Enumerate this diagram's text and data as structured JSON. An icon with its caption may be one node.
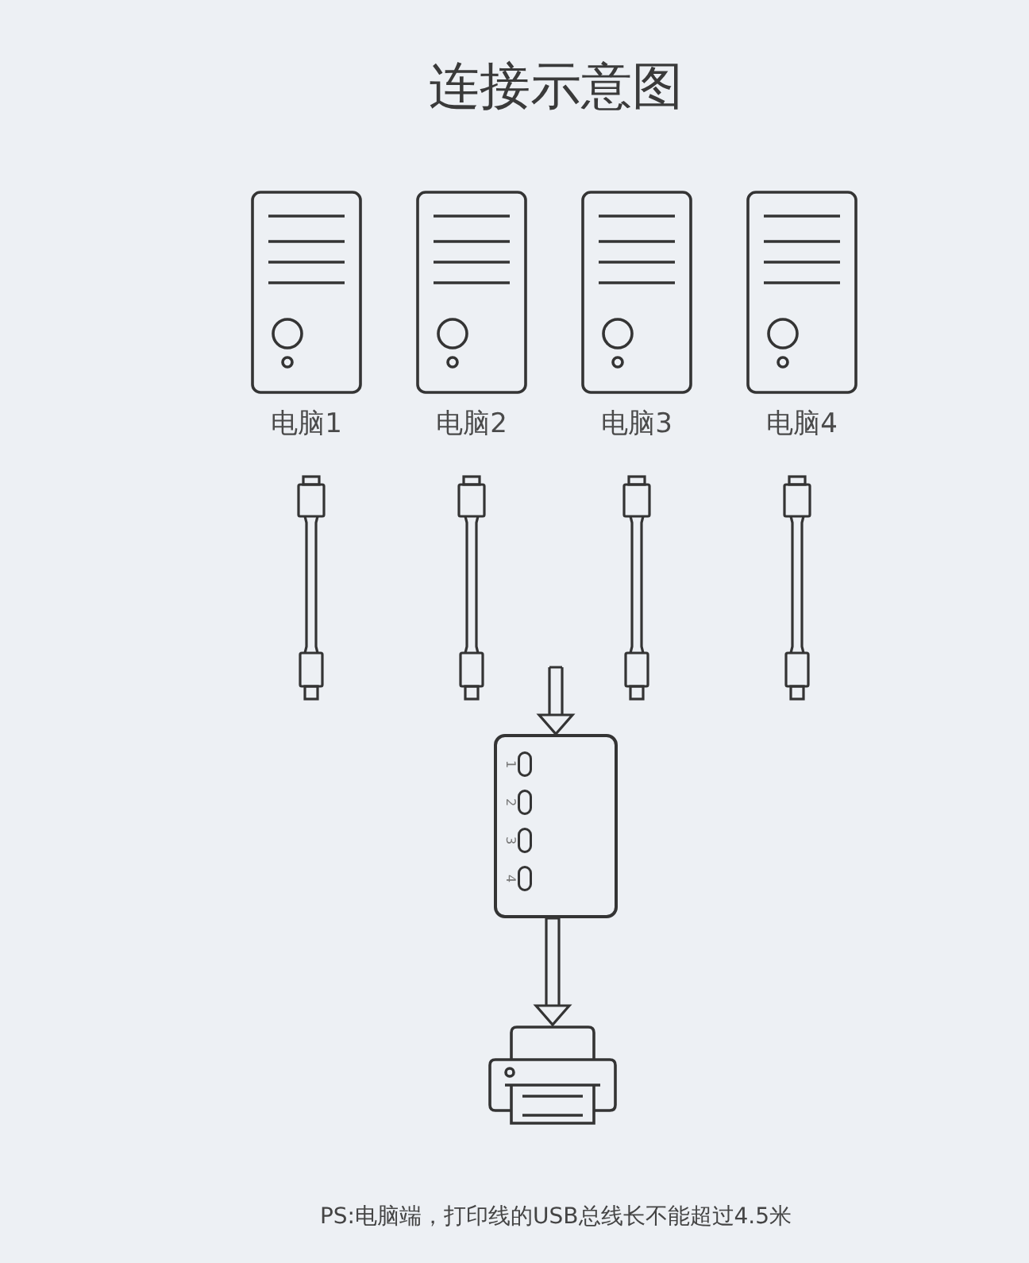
{
  "diagram": {
    "title": "连接示意图",
    "nodes": [
      {
        "text": [
          "电脑1"
        ]
      },
      {
        "text": [
          "电脑2"
        ]
      },
      {
        "text": [
          "电脑3"
        ]
      },
      {
        "text": [
          "电脑4"
        ]
      },
      {
        "text": [
          "1",
          "2",
          "3",
          "4"
        ]
      },
      {
        "text": [],
        "shape": "picture"
      }
    ],
    "edges": [
      {
        "from": null,
        "to": 4,
        "arrow": "to"
      },
      {
        "from": 4,
        "to": 5,
        "arrow": "to"
      }
    ],
    "labels": [
      "PS:电脑端，打印线的USB总线长不能超过4.5米"
    ]
  }
}
